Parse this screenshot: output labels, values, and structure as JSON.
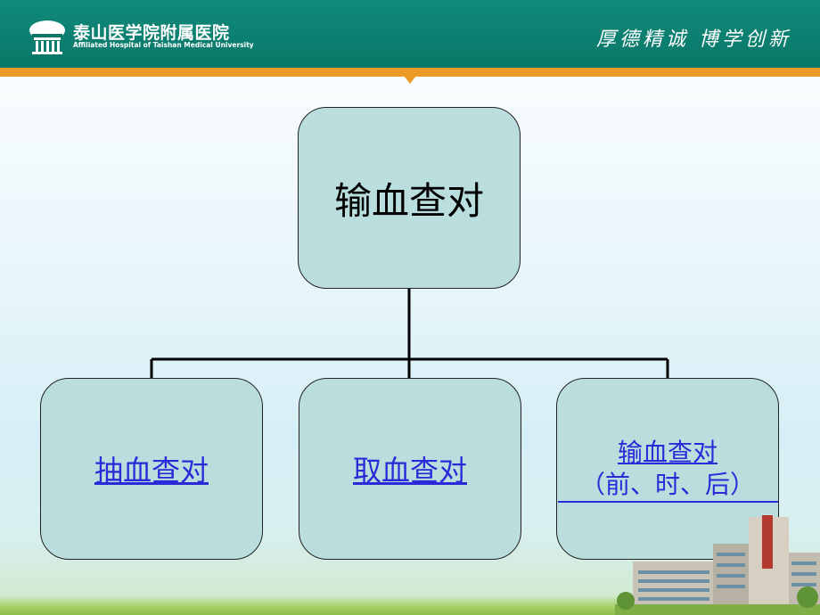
{
  "header": {
    "hospital_name": "泰山医学院附属医院",
    "hospital_name_en": "Affiliated Hospital of Taishan Medical University",
    "motto": "厚德精诚 博学创新",
    "colors": {
      "band": "#0a7768",
      "accent_line": "#ee9a26"
    }
  },
  "diagram": {
    "root": {
      "label": "输血查对"
    },
    "children": [
      {
        "label": "抽血查对"
      },
      {
        "label": "取血查对"
      },
      {
        "label_line1": "输血查对",
        "label_line2": "（前、时、后）"
      }
    ],
    "colors": {
      "box_fill": "#b9dedd",
      "link": "#2a2ad8"
    }
  }
}
